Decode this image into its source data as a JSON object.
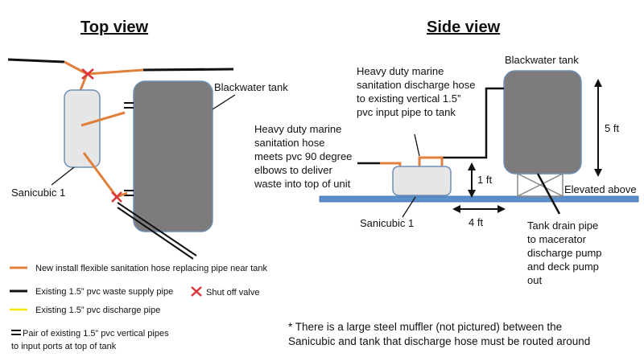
{
  "top_view": {
    "title": "Top view",
    "tank_label": "Blackwater tank",
    "unit_label": "Sanicubic 1"
  },
  "side_view": {
    "title": "Side view",
    "tank_label": "Blackwater tank",
    "discharge_label": [
      "Heavy duty marine",
      "sanitation discharge hose",
      "to existing vertical 1.5”",
      "pvc input pipe to tank"
    ],
    "intake_label": [
      "Heavy duty marine",
      "sanitation hose",
      "meets pvc 90 degree",
      "elbows to deliver",
      "waste into top of unit"
    ],
    "unit_label": "Sanicubic 1",
    "height_tank": "5 ft",
    "height_unit": "1 ft",
    "distance": "4 ft",
    "elevated": "Elevated above",
    "drain_label": [
      "Tank drain pipe",
      "to macerator",
      "discharge pump",
      "and deck pump",
      "out"
    ]
  },
  "legend": {
    "hose": "New install flexible sanitation hose replacing pipe near tank",
    "waste": "Existing 1.5” pvc waste supply pipe",
    "valve": "Shut off valve",
    "discharge": "Existing 1.5” pvc discharge pipe",
    "pair_line1": "Pair of existing 1.5” pvc vertical pipes",
    "pair_line2": "to input ports at top of tank"
  },
  "note": {
    "line1": "* There is a large steel muffler (not pictured) between the",
    "line2": "Sanicubic and tank that discharge hose must be routed around"
  },
  "colors": {
    "hose": "#e0803a",
    "pipe": "#111111",
    "discharge": "#f2e600",
    "valve": "#d9363e",
    "tank": "#7d7b7c",
    "unit_fill": "#e6e6e6",
    "unit_stroke": "#6f8fb8",
    "floor": "#5b8fc9"
  }
}
